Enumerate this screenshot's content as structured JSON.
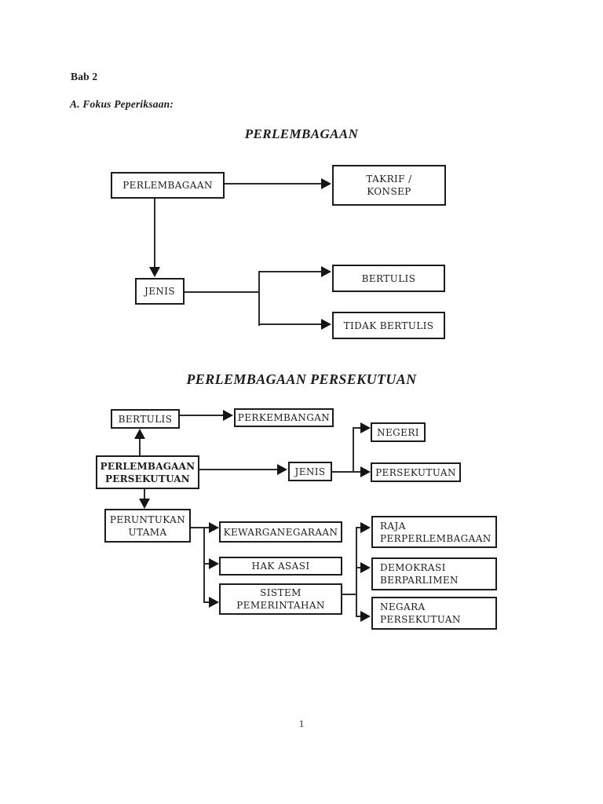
{
  "page": {
    "chapter": "Bab 2",
    "focus_label": "A. Fokus Peperiksaan:",
    "page_number": "1"
  },
  "colors": {
    "ink": "#1c1c1c",
    "paper": "#ffffff"
  },
  "diagram1": {
    "title": "PERLEMBAGAAN",
    "nodes": {
      "root": "PERLEMBAGAAN",
      "takrif_konsep": "TAKRIF /\nKONSEP",
      "jenis": "JENIS",
      "bertulis": "BERTULIS",
      "tidak_bertulis": "TIDAK BERTULIS"
    }
  },
  "diagram2": {
    "title": "PERLEMBAGAAN PERSEKUTUAN",
    "nodes": {
      "bertulis": "BERTULIS",
      "perkembangan": "PERKEMBANGAN",
      "root": "PERLEMBAGAAN\nPERSEKUTUAN",
      "jenis": "JENIS",
      "negeri": "NEGERI",
      "persekutuan": "PERSEKUTUAN",
      "peruntukan_utama": "PERUNTUKAN\nUTAMA",
      "kewarganegaraan": "KEWARGANEGARAAN",
      "hak_asasi": "HAK ASASI",
      "sistem_pemerintahan": "SISTEM\nPEMERINTAHAN",
      "raja_perperlembagaan": "RAJA\nPERPERLEMBAGAAN",
      "demokrasi_berparlimen": "DEMOKRASI\nBERPARLIMEN",
      "negara_persekutuan": "NEGARA\nPERSEKUTUAN"
    }
  }
}
